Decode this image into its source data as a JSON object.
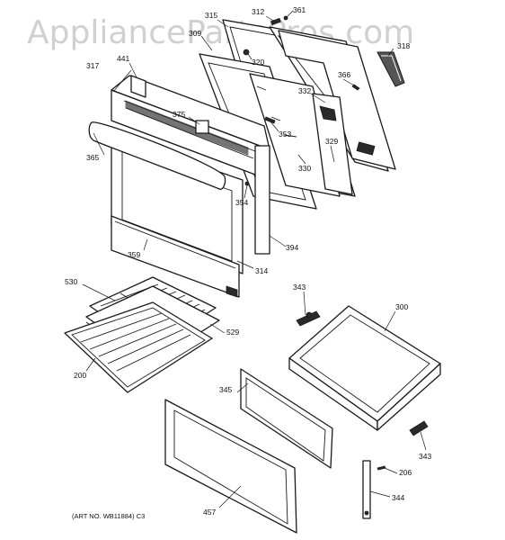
{
  "watermark": "AppliancePartsPros.com",
  "art_number": "(ART NO. WB11884) C3",
  "callouts": {
    "c315": "315",
    "c312": "312",
    "c361": "361",
    "c309": "309",
    "c318": "318",
    "c320": "320",
    "c317": "317",
    "c441": "441",
    "c366": "366",
    "c332": "332",
    "c375": "375",
    "c353": "353",
    "c365": "365",
    "c329": "329",
    "c330": "330",
    "c354": "354",
    "c394": "394",
    "c359": "359",
    "c314": "314",
    "c343a": "343",
    "c530": "530",
    "c300": "300",
    "c529": "529",
    "c200": "200",
    "c345": "345",
    "c343b": "343",
    "c206": "206",
    "c344": "344",
    "c457": "457"
  }
}
